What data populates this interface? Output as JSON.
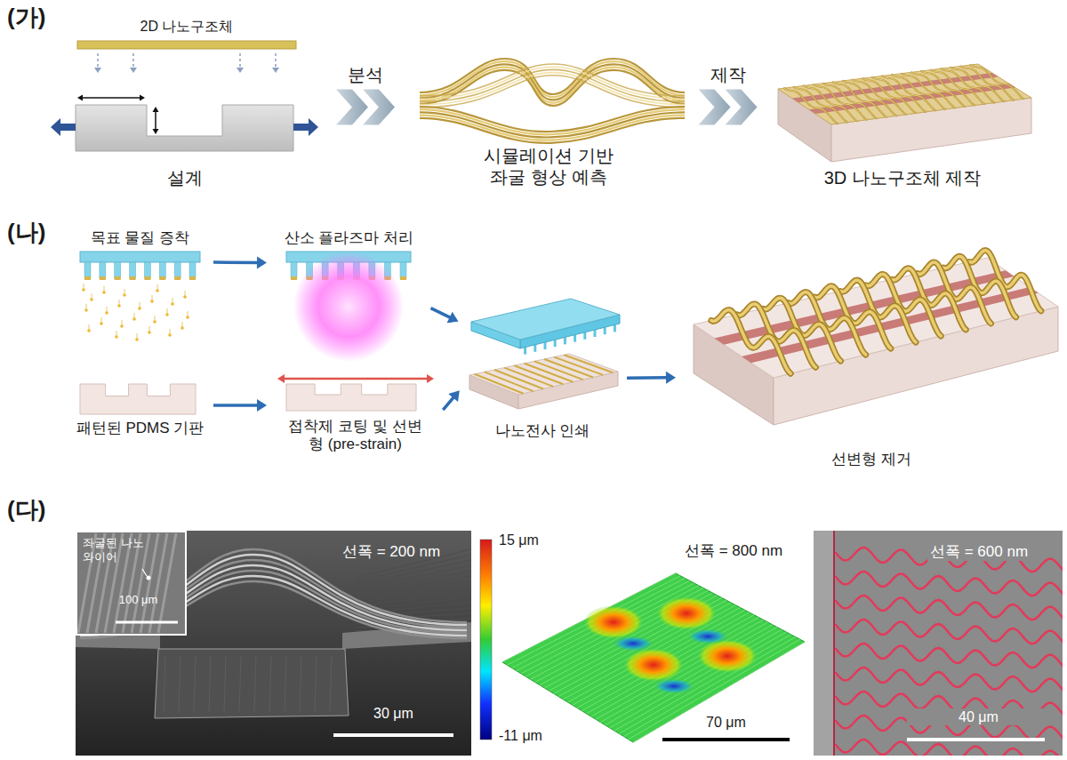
{
  "diagram": {
    "nodes": [
      {
        "text": [
          "설계"
        ]
      },
      {
        "text": [
          "시뮬레이션 기반 좌굴 형상 예측"
        ]
      },
      {
        "text": [
          "3D 나노구조체 제작"
        ]
      },
      {
        "text": [
          "목표 물질 증착"
        ]
      },
      {
        "text": [
          "산소 플라즈마 처리"
        ]
      },
      {
        "text": [
          "패턴된 PDMS 기판"
        ]
      },
      {
        "text": [
          "접착제 코팅 및 선변형 (pre-strain)"
        ]
      },
      {
        "text": [
          "나노전사 인쇄"
        ]
      },
      {
        "text": [
          "선변형 제거"
        ]
      },
      {
        "text": [
          "선폭 = 200 nm",
          "30 μm"
        ]
      },
      {
        "text": [
          "좌굴된 나노와이어",
          "100 μm"
        ],
        "in": 9
      },
      {
        "text": [
          "선폭 = 600 nm",
          "40 μm"
        ]
      }
    ],
    "edges": [
      {
        "from": 0,
        "to": 1,
        "arrow": "to",
        "label": "분석"
      },
      {
        "from": 1,
        "to": 2,
        "arrow": "to",
        "label": "제작"
      },
      {
        "from": 3,
        "to": 4,
        "arrow": "to"
      },
      {
        "from": 5,
        "to": 6,
        "arrow": "to"
      },
      {
        "from": 4,
        "to": 7,
        "arrow": "to"
      },
      {
        "from": 6,
        "to": 7,
        "arrow": "to"
      },
      {
        "from": 7,
        "to": 8,
        "arrow": "to"
      }
    ],
    "labels": [
      "(가)",
      "2D 나노구조체",
      "(나)",
      "(다)",
      "15 μm",
      "-11 μm",
      "선폭 = 800 nm",
      "70 μm"
    ]
  }
}
